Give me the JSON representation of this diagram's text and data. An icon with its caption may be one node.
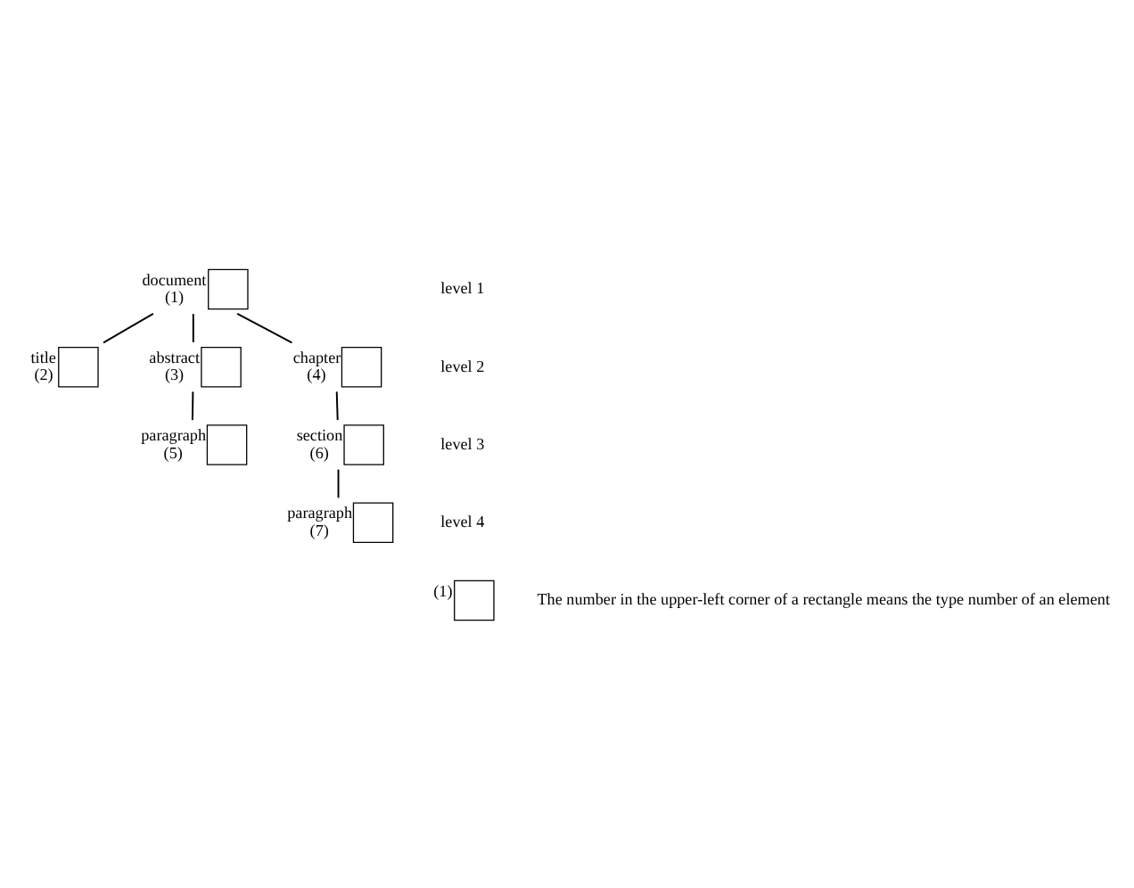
{
  "diagram": {
    "nodes": [
      {
        "text": [
          "document",
          "(1)"
        ]
      },
      {
        "text": [
          "title",
          "(2)"
        ]
      },
      {
        "text": [
          "abstract",
          "(3)"
        ]
      },
      {
        "text": [
          "chapter",
          "(4)"
        ]
      },
      {
        "text": [
          "paragraph",
          "(5)"
        ]
      },
      {
        "text": [
          "section",
          "(6)"
        ]
      },
      {
        "text": [
          "paragraph",
          "(7)"
        ]
      },
      {
        "text": [
          "(1)"
        ]
      }
    ],
    "edges": [
      {
        "from": 0,
        "to": 1,
        "arrow": "none"
      },
      {
        "from": 0,
        "to": 2,
        "arrow": "none"
      },
      {
        "from": 0,
        "to": 3,
        "arrow": "none"
      },
      {
        "from": 2,
        "to": 4,
        "arrow": "none"
      },
      {
        "from": 3,
        "to": 5,
        "arrow": "none"
      },
      {
        "from": 5,
        "to": 6,
        "arrow": "none"
      }
    ],
    "labels": [
      "level 1",
      "level 2",
      "level 3",
      "level 4",
      "The number in the upper-left corner of a rectangle means the type number of an element"
    ]
  }
}
